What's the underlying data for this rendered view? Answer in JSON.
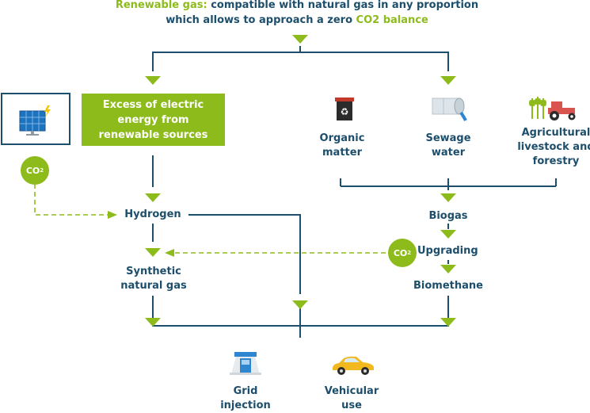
{
  "header": {
    "part1": "Renewable gas:",
    "part2": " compatible with natural gas in any proportion which allows to approach a zero ",
    "part3": "CO2 balance"
  },
  "nodes": {
    "excess_energy": "Excess of electric energy from renewable sources",
    "organic": "Organic matter",
    "sewage": "Sewage water",
    "agricultural": "Agricultural livestock and forestry",
    "hydrogen": "Hydrogen",
    "biogas": "Biogas",
    "upgrading": "Upgrading",
    "synthetic": "Synthetic natural gas",
    "biomethane": "Biomethane",
    "grid": "Grid injection",
    "vehicular": "Vehicular use"
  },
  "co2_label": "CO",
  "co2_sub": "2",
  "colors": {
    "line": "#1d4e6b",
    "accent": "#8dbb1c",
    "dashed": "#8dbb1c"
  },
  "icons": [
    "solar-panel-icon",
    "recycle-bin-icon",
    "sewage-pipe-icon",
    "tractor-icon",
    "gas-station-icon",
    "car-icon"
  ]
}
